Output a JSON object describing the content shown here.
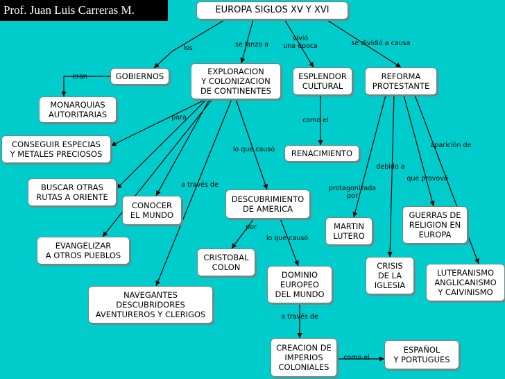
{
  "credit": "Prof. Juan Luis Carreras M.",
  "nodes": {
    "root": "EUROPA SIGLOS XV Y XVI",
    "gobiernos": "GOBIERNOS",
    "exploracion": "EXPLORACION\nY COLONIZACION\nDE CONTINENTES",
    "esplendor": "ESPLENDOR\nCULTURAL",
    "reforma": "REFORMA\nPROTESTANTE",
    "monarquias": "MONARQUIAS\nAUTORITARIAS",
    "especias": "CONSEGUIR ESPECIAS\nY METALES PRECIOSOS",
    "rutas": "BUSCAR OTRAS\nRUTAS A ORIENTE",
    "conocer": "CONOCER\nEL MUNDO",
    "evangelizar": "EVANGELIZAR\nA OTROS PUEBLOS",
    "navegantes": "NAVEGANTES\nDESCUBRIDORES\nAVENTUREROS Y CLERIGOS",
    "renacimiento": "RENACIMIENTO",
    "descubrimiento": "DESCUBRIMIENTO\nDE AMERICA",
    "colon": "CRISTOBAL\nCOLON",
    "dominio": "DOMINIO\nEUROPEO\nDEL MUNDO",
    "imperios": "CREACION DE\nIMPERIOS\nCOLONIALES",
    "espanol": "ESPAÑOL\nY PORTUGUES",
    "lutero": "MARTIN\nLUTERO",
    "crisis": "CRISIS\nDE LA\nIGLESIA",
    "guerras": "GUERRAS DE\nRELIGION EN\nEUROPA",
    "luteranismo": "LUTERANISMO\nANGLICANISMO\nY CAIVINISMO"
  },
  "links": {
    "los": "los",
    "se_lanzo": "se lanzo a",
    "vivio": "vivió\nuna época",
    "se_dividio": "se dividió a causa",
    "eran": "eran",
    "para": "para",
    "a_traves_de_1": "a través de",
    "lo_que_causo_1": "lo que causó",
    "como_el_1": "como el",
    "aparicion_de": "aparición de",
    "debido_a": "debido a",
    "que_provoco": "que provovó",
    "protagonizada_por": "protagonizada\npor",
    "por": "por",
    "lo_que_causo_2": "lo que causó",
    "a_traves_de_2": "a través de",
    "como_el_2": "como el"
  }
}
